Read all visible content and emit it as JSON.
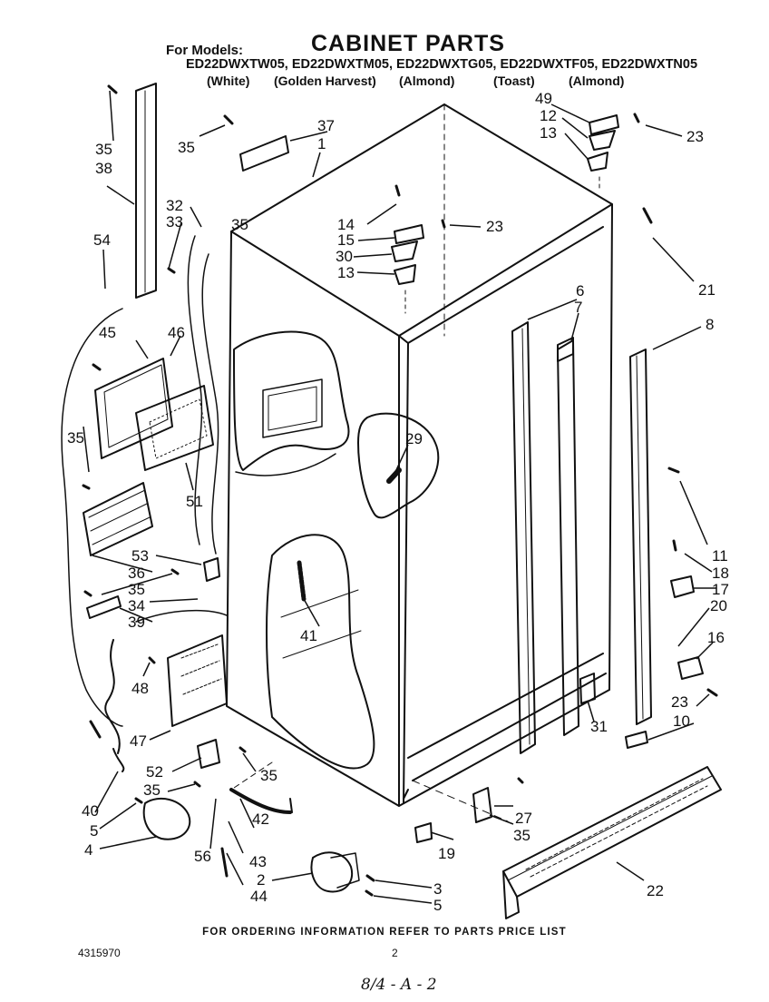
{
  "header": {
    "for_models_label": "For Models:",
    "title": "CABINET PARTS",
    "models": "ED22DWXTW05, ED22DWXTM05, ED22DWXTG05, ED22DWXTF05, ED22DWXTN05",
    "colors": [
      "(White)",
      "(Golden Harvest)",
      "(Almond)",
      "(Toast)",
      "(Almond)"
    ]
  },
  "callouts": [
    "1",
    "2",
    "3",
    "4",
    "5",
    "5",
    "6",
    "7",
    "8",
    "10",
    "11",
    "12",
    "13",
    "13",
    "14",
    "15",
    "16",
    "17",
    "18",
    "19",
    "20",
    "21",
    "22",
    "23",
    "23",
    "23",
    "27",
    "29",
    "30",
    "31",
    "32",
    "33",
    "34",
    "35",
    "35",
    "35",
    "35",
    "35",
    "35",
    "35",
    "35",
    "36",
    "37",
    "38",
    "39",
    "40",
    "41",
    "42",
    "43",
    "44",
    "45",
    "46",
    "47",
    "48",
    "49",
    "51",
    "52",
    "53",
    "54",
    "56"
  ],
  "footer": {
    "note": "FOR ORDERING INFORMATION REFER TO PARTS PRICE LIST",
    "doc_number": "4315970",
    "page_number": "2",
    "handwritten": "8/4 - A - 2"
  },
  "colors": {
    "ink": "#111111",
    "paper": "#ffffff"
  }
}
